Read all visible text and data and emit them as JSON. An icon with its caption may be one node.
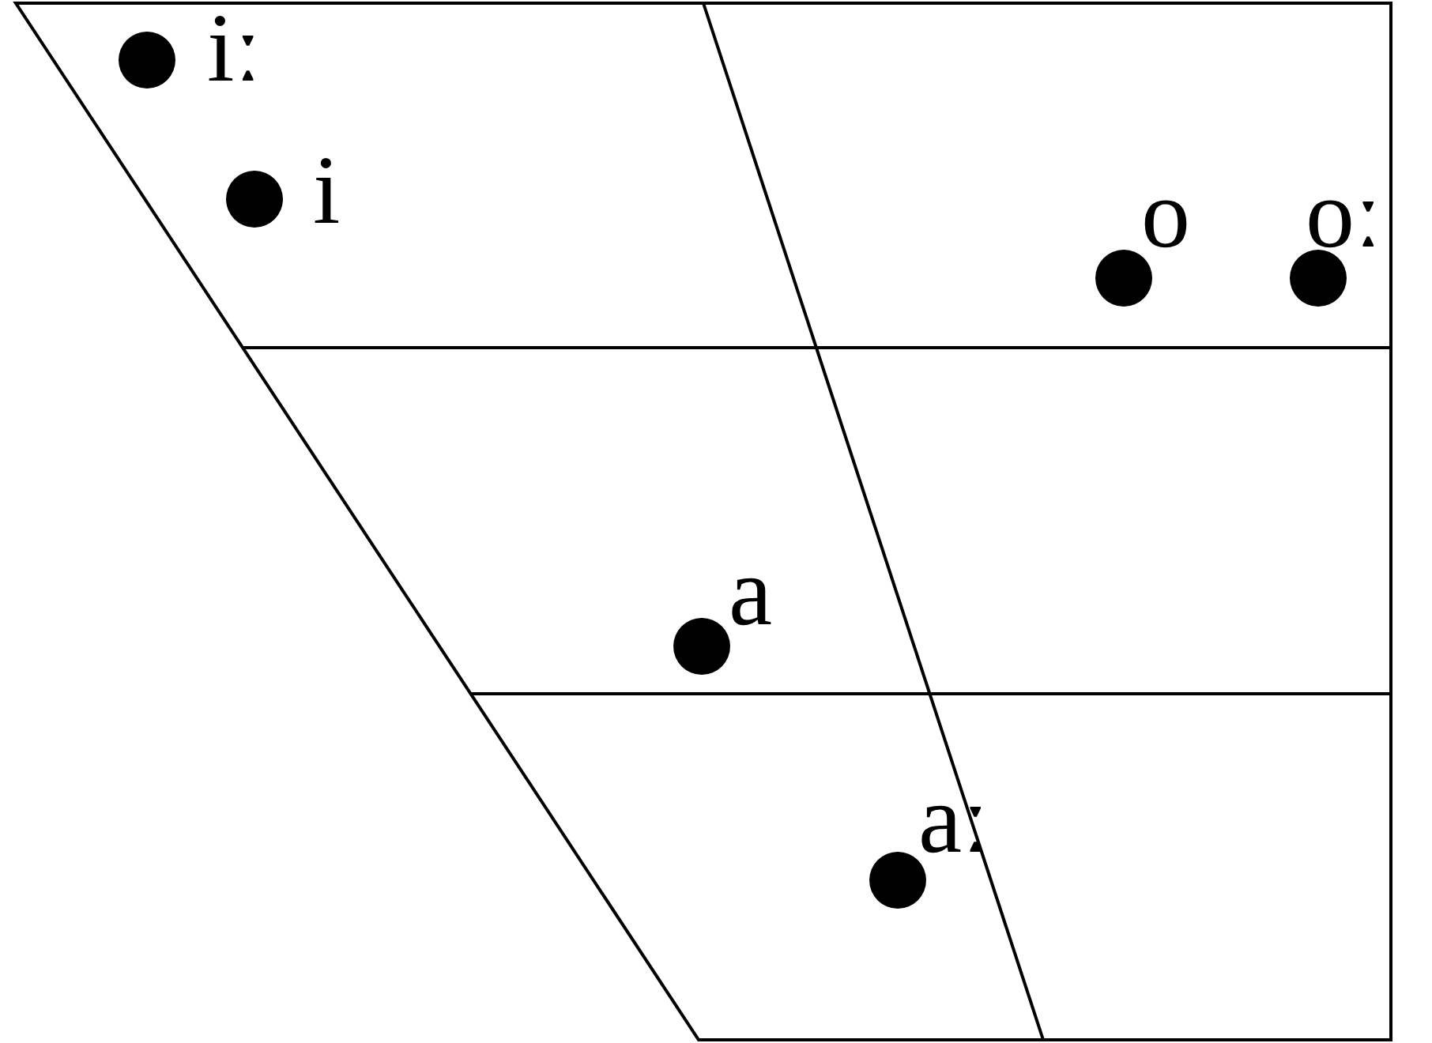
{
  "diagram": {
    "labels": [
      "iː",
      "i",
      "o",
      "oː",
      "a",
      "aː"
    ]
  }
}
